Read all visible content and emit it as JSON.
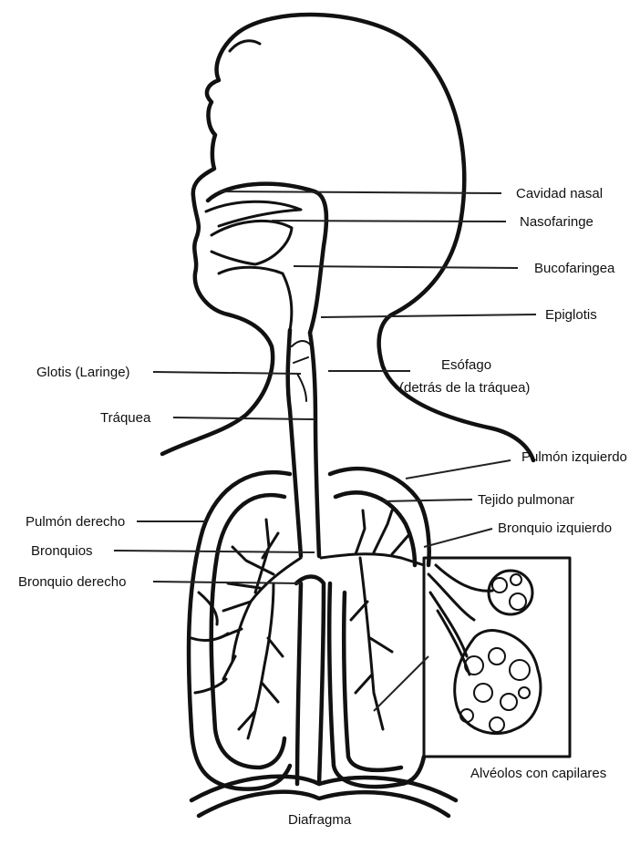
{
  "labels": {
    "cavidad_nasal": "Cavidad nasal",
    "nasofaringe": "Nasofaringe",
    "bucofaringea": "Bucofaringea",
    "epiglotis": "Epiglotis",
    "glotis": "Glotis (Laringe)",
    "esofago_1": "Esófago",
    "esofago_2": "(detrás de la tráquea)",
    "traquea": "Tráquea",
    "pulmon_izquierdo": "Pulmón izquierdo",
    "tejido_pulmonar": "Tejido pulmonar",
    "bronquio_izquierdo": "Bronquio izquierdo",
    "pulmon_derecho": "Pulmón derecho",
    "bronquios": "Bronquios",
    "bronquio_derecho": "Bronquio derecho",
    "alveolos": "Alvéolos con capilares",
    "diafragma": "Diafragma"
  },
  "colors": {
    "ink": "#111111",
    "background": "#ffffff"
  }
}
